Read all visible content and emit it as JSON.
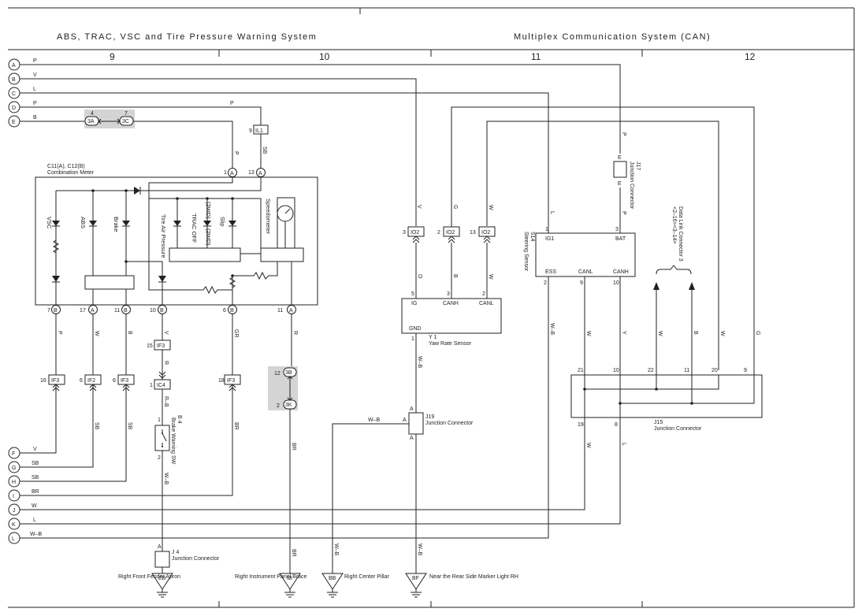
{
  "header": {
    "left_title": "ABS, TRAC, VSC and Tire Pressure Warning System",
    "right_title": "Multiplex Communication System (CAN)",
    "columns": [
      "9",
      "10",
      "11",
      "12"
    ]
  },
  "left_terminals": [
    {
      "id": "A",
      "wire": "P"
    },
    {
      "id": "B",
      "wire": "V"
    },
    {
      "id": "C",
      "wire": "L"
    },
    {
      "id": "D",
      "wire": "P"
    },
    {
      "id": "E",
      "wire": "B"
    },
    {
      "id": "F",
      "wire": "V"
    },
    {
      "id": "G",
      "wire": "SB"
    },
    {
      "id": "H",
      "wire": "SB"
    },
    {
      "id": "I",
      "wire": "BR"
    },
    {
      "id": "J",
      "wire": "W"
    },
    {
      "id": "K",
      "wire": "L"
    },
    {
      "id": "L",
      "wire": "W–B"
    }
  ],
  "combination_meter": {
    "title_line1": "C11(A), C12(B)",
    "title_line2": "Combination Meter",
    "lamps": [
      "VSC",
      "ABS",
      "Brake",
      "Tire Air Pressure",
      "TRAC OFF",
      "(2WD)",
      "Slip",
      "(2WD)",
      "Speedometer"
    ],
    "top_pins": [
      "1",
      "A",
      "13",
      "A"
    ],
    "bottom_pins": [
      {
        "num": "7",
        "conn": "B",
        "wire": "P"
      },
      {
        "num": "17",
        "conn": "A",
        "wire": "W"
      },
      {
        "num": "11",
        "conn": "B",
        "wire": "B"
      },
      {
        "num": "10",
        "conn": "B",
        "wire": "V"
      },
      {
        "num": "6",
        "conn": "B",
        "wire": "GR"
      },
      {
        "num": "11",
        "conn": "A",
        "wire": "R"
      }
    ]
  },
  "connectors": {
    "c3a_pin": "4",
    "c3a": "3A",
    "c3c_pin": "7",
    "c3c": "3C",
    "il1_pin": "9",
    "il1": "IL1",
    "if3_1_pin": "16",
    "if3_1": "IF3",
    "if2_pin": "6",
    "if2": "IF2",
    "if3_2_pin": "6",
    "if3_2": "IF3",
    "if3_3_pin": "15",
    "if3_3": "IF3",
    "ic4_pin": "1",
    "ic4": "IC4",
    "if3_4_pin": "18",
    "if3_4": "IF3",
    "c3b_pin": "12",
    "c3b": "3B",
    "c3k_pin": "2",
    "c3k": "3K",
    "io2_1_pin": "3",
    "io2_1": "IO2",
    "io2_2_pin": "2",
    "io2_2": "IO2",
    "io2_3_pin": "13",
    "io2_3": "IO2"
  },
  "wires": {
    "p_il1": "P",
    "sb_il1": "SB",
    "p_meter": "P",
    "sb_g": "SB",
    "sb_h": "SB",
    "br_i": "BR",
    "r_b": "R",
    "r_ic4": "R–B",
    "w_b": "W–B",
    "br_3k": "BR",
    "br_ib": "BR",
    "v_io2": "V",
    "g_io2": "G",
    "w_io2": "W",
    "o_y1": "O",
    "b_y1": "B",
    "w_y1": "W",
    "wb_y1": "W–B",
    "wb_j19": "W–B",
    "wb_bb": "W–B",
    "wb_bf": "W–B",
    "l_s14": "L",
    "p_j17": "P",
    "p_j17b": "P",
    "wb_s14": "W–B",
    "w_s14": "W",
    "y_s14": "Y",
    "w_dlc": "W",
    "b_dlc": "B",
    "w_dlc2": "W",
    "g_dlc": "G",
    "w_j15": "W",
    "l_j15": "L"
  },
  "brake_switch": {
    "name": "B 4",
    "label": "Brake Warning SW",
    "pin1": "1",
    "pin2": "2"
  },
  "yaw_sensor": {
    "name": "Y 1",
    "label": "Yaw Rate Sensor",
    "pins": [
      "IG",
      "CANH",
      "CANL",
      "GND"
    ],
    "pin_nums": [
      "5",
      "3",
      "2",
      "1"
    ]
  },
  "steering_sensor": {
    "name": "S14",
    "label": "Steering Sensor",
    "pins": [
      "IG1",
      "BAT",
      "ESS",
      "CANL",
      "CANH"
    ],
    "pin_nums": [
      "1",
      "3",
      "2",
      "9",
      "10"
    ]
  },
  "j17": {
    "name": "J17",
    "label": "Junction Connector",
    "pin": "E"
  },
  "j19": {
    "name": "J19",
    "label": "Junction Connector",
    "pin": "A"
  },
  "j15": {
    "name": "J15",
    "label": "Junction Connector",
    "pins": [
      "21",
      "10",
      "22",
      "11",
      "20",
      "9",
      "19",
      "8"
    ]
  },
  "j4": {
    "name": "J 4",
    "label": "Junction Connector",
    "pin": "A"
  },
  "dlc": {
    "label": "Data Link Connector 3",
    "pins": "<2–16><3–14>"
  },
  "grounds": [
    {
      "code": "EB",
      "label": "Right Front Fender Apron"
    },
    {
      "code": "IB",
      "label": "Right Instrument Panel Brace"
    },
    {
      "code": "BB",
      "label": "Right Center Pillar"
    },
    {
      "code": "BF",
      "label": "Near the Rear Side Marker Light RH"
    }
  ]
}
